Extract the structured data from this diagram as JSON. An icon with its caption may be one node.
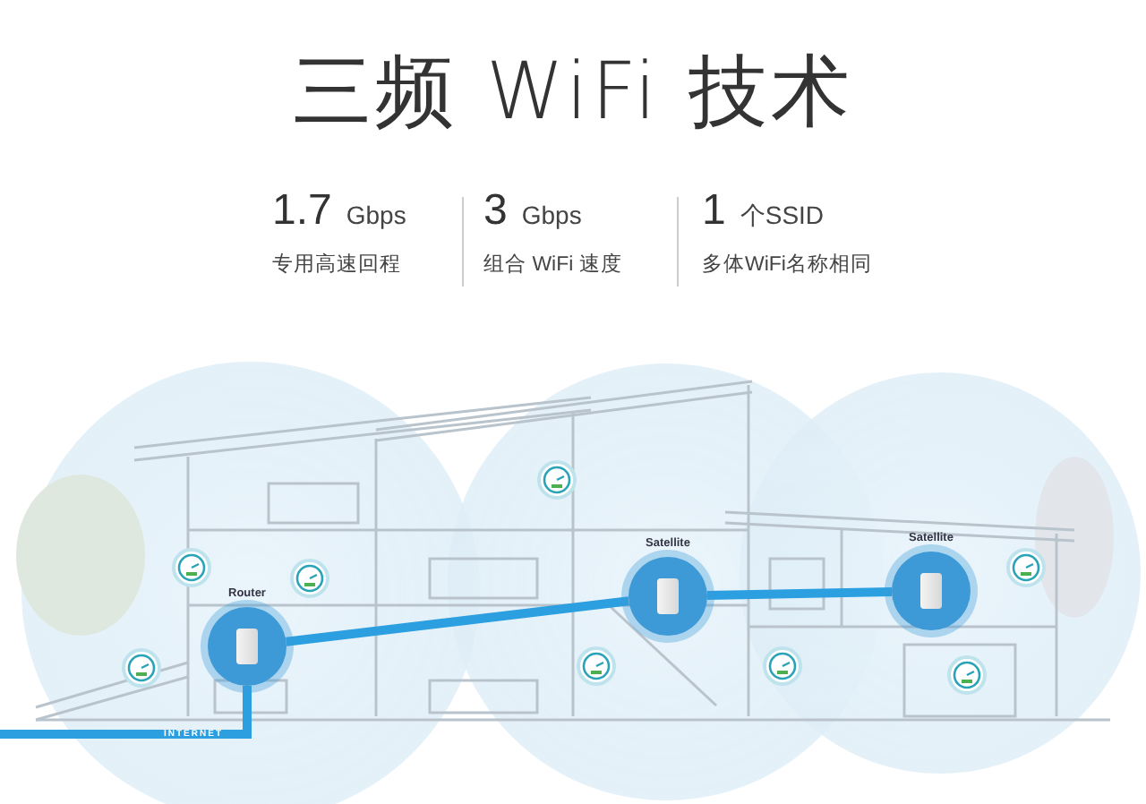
{
  "diagram": {
    "title": "三频 WiFi 技术",
    "nodes": [
      {
        "text": [
          "Router"
        ]
      },
      {
        "text": [
          "Satellite"
        ]
      },
      {
        "text": [
          "Satellite"
        ]
      }
    ],
    "edges": [
      {
        "from": null,
        "to": 0,
        "arrow": "none",
        "label": "INTERNET"
      },
      {
        "from": 0,
        "to": 1,
        "arrow": "none"
      },
      {
        "from": 1,
        "to": 2,
        "arrow": "none"
      }
    ],
    "labels": [
      "1.7",
      "Gbps",
      "专用高速回程",
      "3",
      "Gbps",
      "组合 WiFi 速度",
      "1",
      "个SSID",
      "多体WiFi名称相同"
    ]
  }
}
